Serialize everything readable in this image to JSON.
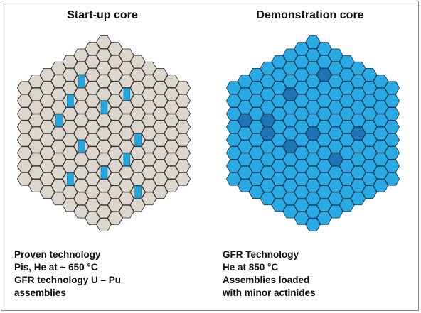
{
  "panels": [
    {
      "title": "Start-up core",
      "caption": [
        "Proven technology",
        "Pis, He at ~ 650 °C",
        "GFR technology U – Pu",
        "assemblies"
      ],
      "colors": {
        "fill": "#dcd6cc",
        "stroke": "#3a3a3a",
        "special": "#1fa8e0",
        "special_stroke": "#2a6fa0"
      }
    },
    {
      "title": "Demonstration core",
      "caption": [
        "GFR Technology",
        "He at 850 °C",
        "Assemblies loaded",
        "with minor actinides"
      ],
      "colors": {
        "fill": "#29aae2",
        "stroke": "#1d3f66",
        "special": "#1f74b5",
        "special_stroke": "#1d3f66"
      }
    }
  ]
}
